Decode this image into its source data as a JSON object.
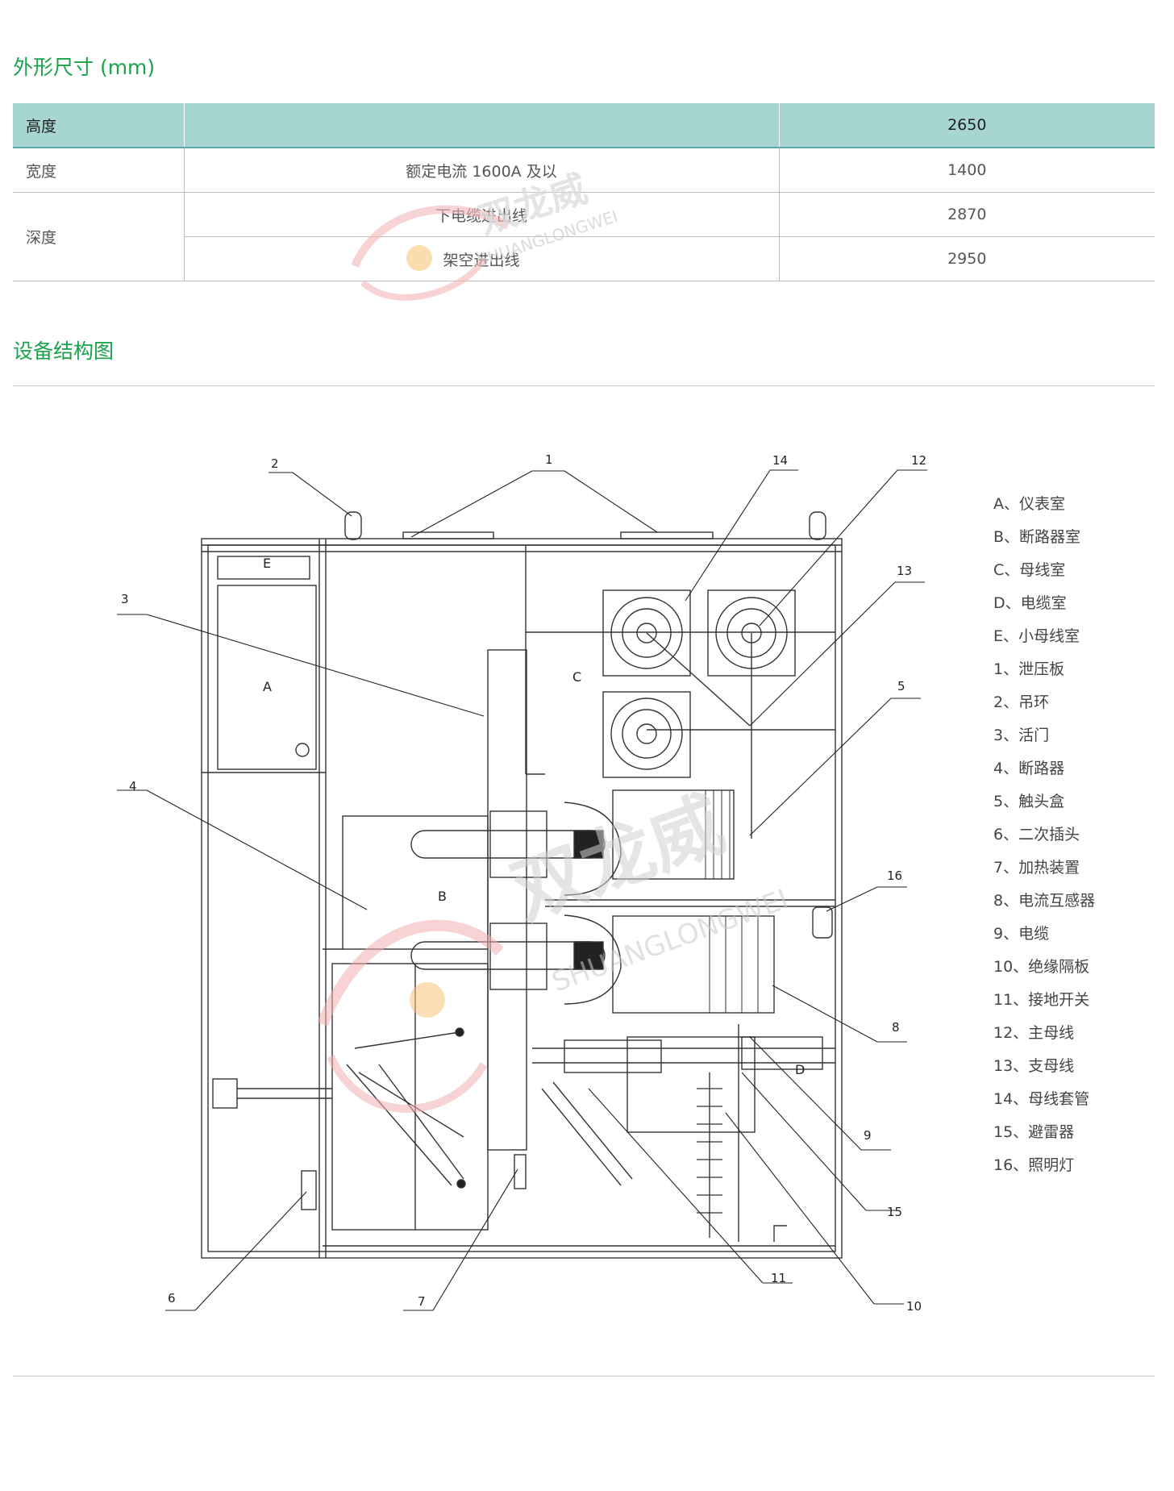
{
  "headings": {
    "dimensions": "外形尺寸 (mm)",
    "structure": "设备结构图"
  },
  "dimensions_table": {
    "header": {
      "label": "高度",
      "note": "",
      "value": "2650"
    },
    "rows": [
      {
        "label": "宽度",
        "note": "额定电流 1600A 及以",
        "value": "1400"
      },
      {
        "label": "深度",
        "note": "下电缆进出线",
        "value": "2870"
      },
      {
        "label": "",
        "note": "架空进出线",
        "value": "2950"
      }
    ]
  },
  "diagram": {
    "zones": [
      "A",
      "B",
      "C",
      "D",
      "E"
    ],
    "callouts": [
      "1",
      "2",
      "3",
      "4",
      "5",
      "6",
      "7",
      "8",
      "9",
      "10",
      "11",
      "12",
      "13",
      "14",
      "15",
      "16"
    ]
  },
  "legend": [
    "A、仪表室",
    "B、断路器室",
    "C、母线室",
    "D、电缆室",
    "E、小母线室",
    "1、泄压板",
    "2、吊环",
    "3、活门",
    "4、断路器",
    "5、触头盒",
    "6、二次插头",
    "7、加热装置",
    "8、电流互感器",
    "9、电缆",
    "10、绝缘隔板",
    "11、接地开关",
    "12、主母线",
    "13、支母线",
    "14、母线套管",
    "15、避雷器",
    "16、照明灯"
  ],
  "watermark": {
    "brand_cn": "双龙威",
    "brand_en": "SHUANGLONGWEI"
  },
  "colors": {
    "heading_green": "#1aa34a",
    "table_header_bg": "#a7d5d1",
    "watermark_red": "#e8343a"
  }
}
